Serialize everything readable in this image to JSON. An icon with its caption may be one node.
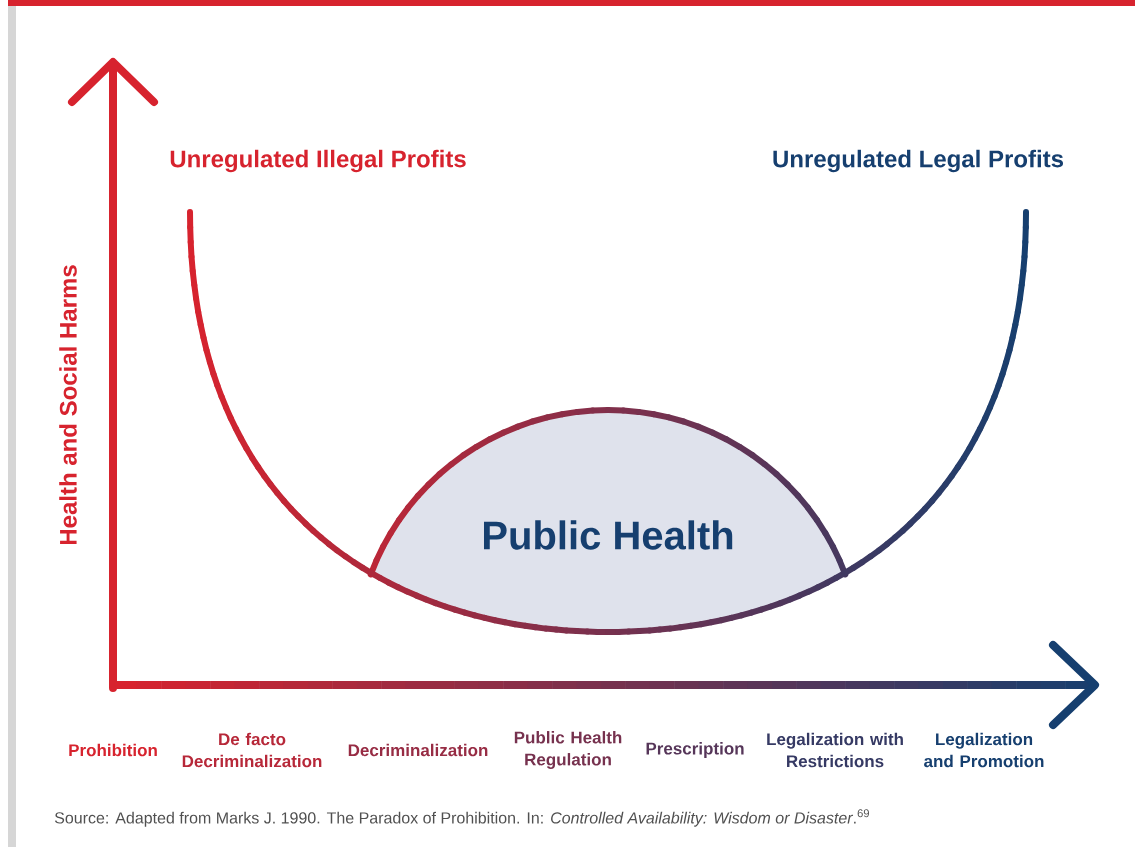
{
  "diagram": {
    "caption": "Source: Adapted from Marks J. 1990. The Paradox of Prohibition. In: *Controlled Availability: Wisdom or Disaster*.$^{69}$",
    "nodes": [
      {
        "text": [
          "Public Health"
        ]
      }
    ],
    "labels": [
      "Health and Social Harms",
      "Unregulated Illegal Profits",
      "Unregulated Legal Profits",
      "Prohibition",
      "De facto Decriminalization",
      "Decriminalization",
      "Public Health Regulation",
      "Prescription",
      "Legalization with Restrictions",
      "Legalization and Promotion"
    ]
  }
}
